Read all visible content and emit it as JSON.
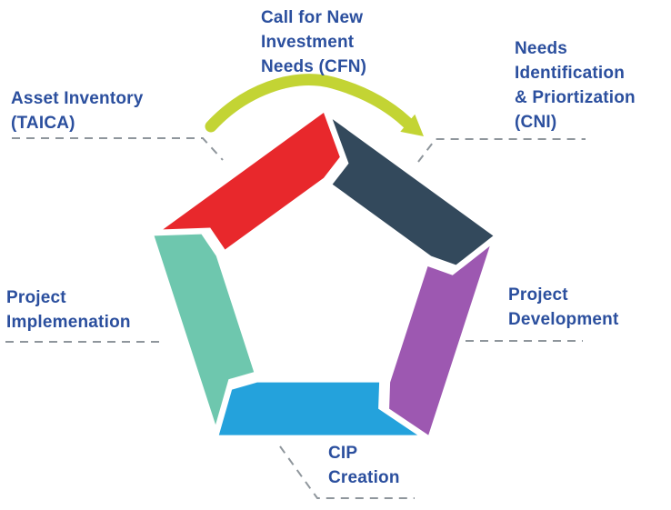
{
  "diagram": {
    "labels": {
      "cfn": "Call for New\nInvestment\nNeeds (CFN)",
      "cni": "Needs\nIdentification\n& Priortization\n(CNI)",
      "asset_inventory": "Asset Inventory\n(TAICA)",
      "project_development": "Project\nDevelopment",
      "cip_creation": "CIP\nCreation",
      "project_implementation": "Project\nImplemenation"
    },
    "segments": [
      {
        "position": "top-right",
        "color": "#33495c"
      },
      {
        "position": "right",
        "color": "#9d58b1"
      },
      {
        "position": "bottom",
        "color": "#24a2dc"
      },
      {
        "position": "left",
        "color": "#6ec7ae"
      },
      {
        "position": "top-left",
        "color": "#e8282c"
      }
    ],
    "colors": {
      "arrow": "#c3d434",
      "text": "#2b4f9e",
      "dash": "#8f969c"
    }
  }
}
